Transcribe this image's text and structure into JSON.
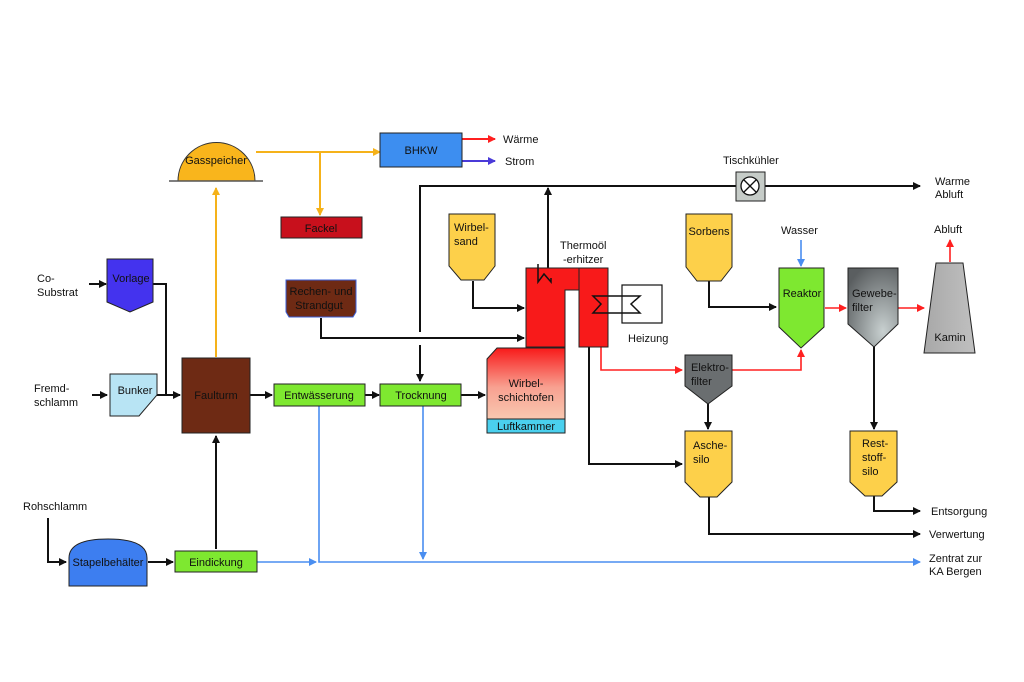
{
  "diagram": {
    "title": "Klärschlammverwertung Prozessschema",
    "nodes": {
      "gasspeicher": "Gasspeicher",
      "bhkw": "BHKW",
      "fackel": "Fackel",
      "vorlage": "Vorlage",
      "bunker": "Bunker",
      "faulturm": "Faulturm",
      "stapelbehaelter": "Stapelbehälter",
      "eindickung": "Eindickung",
      "entwaesserung": "Entwässerung",
      "trocknung": "Trocknung",
      "rechengut_1": "Rechen- und",
      "rechengut_2": "Strandgut",
      "wirbelsand_1": "Wirbel-",
      "wirbelsand_2": "sand",
      "ofen_1": "Wirbel-",
      "ofen_2": "schichtofen",
      "luftkammer": "Luftkammer",
      "thermoel_1": "Thermoöl",
      "thermoel_2": "-erhitzer",
      "heizung": "Heizung",
      "tischkuehler": "Tischkühler",
      "sorbens": "Sorbens",
      "reaktor": "Reaktor",
      "gewebefilter_1": "Gewebe-",
      "gewebefilter_2": "filter",
      "kamin": "Kamin",
      "elektrofilter_1": "Elektro-",
      "elektrofilter_2": "filter",
      "aschesilo_1": "Asche-",
      "aschesilo_2": "silo",
      "reststoffsilo_1": "Rest-",
      "reststoffsilo_2": "stoff-",
      "reststoffsilo_3": "silo"
    },
    "labels": {
      "co_substrat_1": "Co-",
      "co_substrat_2": "Substrat",
      "fremdschlamm_1": "Fremd-",
      "fremdschlamm_2": "schlamm",
      "rohschlamm": "Rohschlamm",
      "waerme": "Wärme",
      "strom": "Strom",
      "warme_abluft_1": "Warme",
      "warme_abluft_2": "Abluft",
      "abluft": "Abluft",
      "wasser": "Wasser",
      "entsorgung": "Entsorgung",
      "verwertung": "Verwertung",
      "zentrat_1": "Zentrat zur",
      "zentrat_2": "KA Bergen"
    },
    "colors": {
      "gas_line": "#f5b21a",
      "heat_line": "#ff2020",
      "power_line": "#4a3ad8",
      "water_line": "#4a8ef0",
      "flow_line": "#111111",
      "green_box": "#7ee830",
      "brown_box": "#6e2a14",
      "yellow_silo": "#fdd04a",
      "red_furnace": "#f81a1a"
    }
  }
}
